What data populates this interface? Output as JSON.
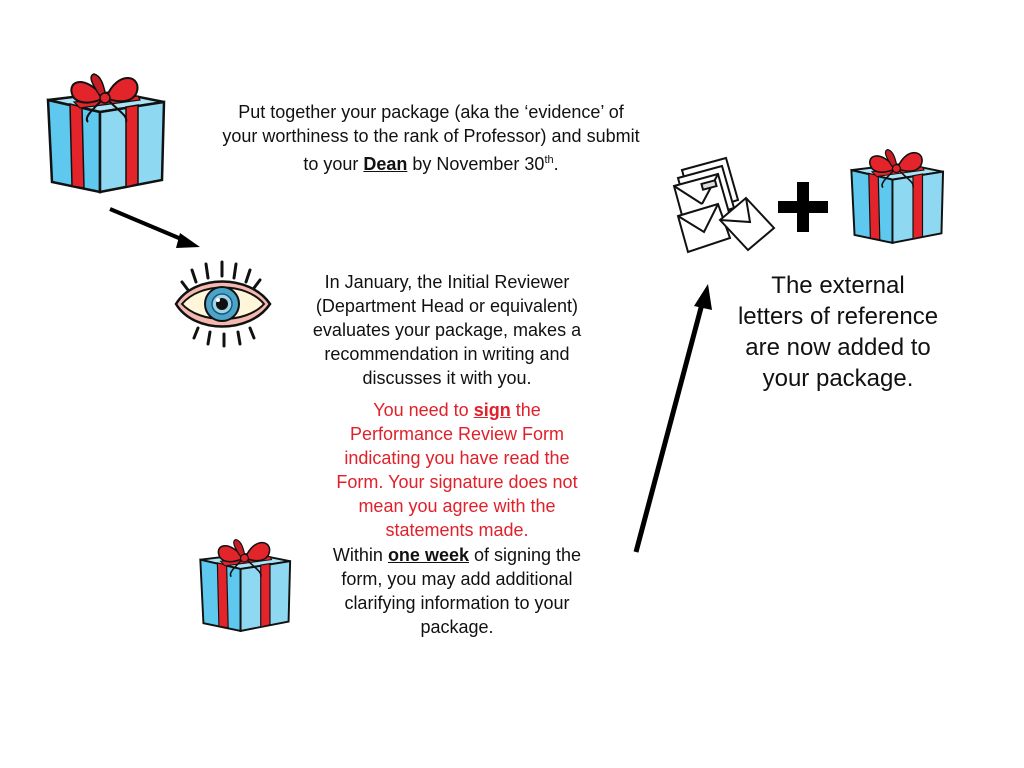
{
  "step1": {
    "line1": "Put together your package (aka the ‘evidence’ of",
    "line2": "your worthiness to the rank of Professor) and submit",
    "line3_pre": "to your ",
    "line3_emph": "Dean",
    "line3_mid": " by November 30",
    "line3_sup": "th",
    "line3_end": "."
  },
  "step2": {
    "lines": [
      "In January, the Initial Reviewer",
      "(Department Head or equivalent)",
      "evaluates your package, makes a",
      "recommendation in writing and",
      "discusses it with you."
    ]
  },
  "sign_note": {
    "pre": "You need to ",
    "emph": "sign",
    "post": " the",
    "lines": [
      "Performance Review Form",
      "indicating you have read the",
      "Form. Your signature does not",
      "mean you agree with the",
      "statements made."
    ]
  },
  "within_note": {
    "pre": "Within ",
    "emph": "one week",
    "post": " of signing the",
    "lines": [
      "form, you may add additional",
      "clarifying information to your",
      "package."
    ]
  },
  "external": {
    "lines": [
      "The external",
      "letters of reference",
      "are now added to",
      "your package."
    ]
  },
  "colors": {
    "gift_blue": "#5ec8ee",
    "gift_blue_light": "#a8e3f6",
    "ribbon_red": "#e4242b",
    "note_red": "#e0202a",
    "eye_iris": "#4aa3c9",
    "eye_lid_pink": "#f5b8ae"
  },
  "icons": [
    "gift-icon",
    "eye-icon",
    "envelopes-icon",
    "plus-icon",
    "arrow-icon"
  ]
}
